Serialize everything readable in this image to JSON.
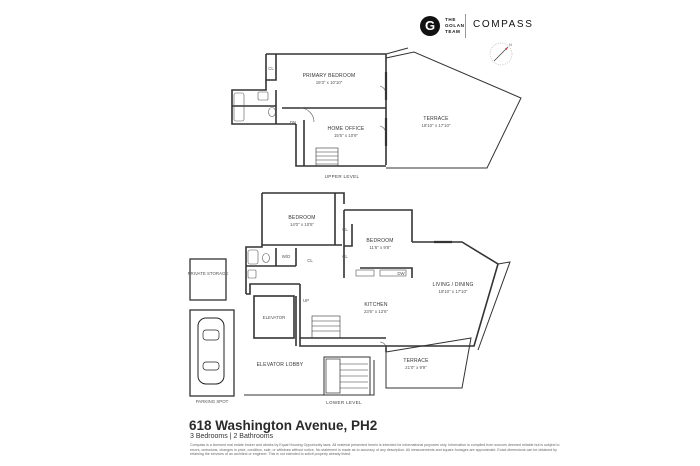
{
  "branding": {
    "team_mark": "G",
    "team_name": "THE GOLAN TEAM",
    "agency": "COMPASS",
    "compass_mark": "N"
  },
  "upper_level": {
    "label": "UPPER LEVEL",
    "rooms": {
      "primary_bedroom": {
        "name": "PRIMARY BEDROOM",
        "dims": "19'3\" x 10'10\""
      },
      "home_office": {
        "name": "HOME OFFICE",
        "dims": "15'5\" x 10'9\""
      },
      "terrace": {
        "name": "TERRACE",
        "dims": "18'10\" x 17'10\""
      },
      "closet": "CL",
      "dn": "DN"
    }
  },
  "lower_level": {
    "label": "LOWER LEVEL",
    "rooms": {
      "bedroom_1": {
        "name": "BEDROOM",
        "dims": "14'0\" x 10'5\""
      },
      "bedroom_2": {
        "name": "BEDROOM",
        "dims": "11'6\" x 9'8\""
      },
      "living_dining": {
        "name": "LIVING / DINING",
        "dims": "18'10\" x 17'10\""
      },
      "kitchen": {
        "name": "KITCHEN",
        "dims": "23'6\" x 12'6\""
      },
      "terrace": {
        "name": "TERRACE",
        "dims": "21'0\" x 9'9\""
      },
      "elevator": "ELEVATOR",
      "elevator_lobby": "ELEVATOR LOBBY",
      "wd": "W/D",
      "dw": "DW",
      "closet": "CL",
      "up": "UP"
    }
  },
  "extras": {
    "private_storage": "PRIVATE STORAGE",
    "parking_spot": "PARKING SPOT"
  },
  "listing": {
    "address": "618 Washington Avenue, PH2",
    "summary": "3 Bedrooms | 2 Bathrooms",
    "disclaimer": "Compass is a licensed real estate broker and abides by Equal Housing Opportunity laws. All material presented herein is intended for informational purposes only. Information is compiled from sources deemed reliable but is subject to errors, omissions, changes in price, condition, sale, or withdraw without notice. No statement is made as to accuracy of any description. All measurements and square footages are approximate. Exact dimensions can be obtained by retaining the services of an architect or engineer. This is not intended to solicit property already listed."
  }
}
